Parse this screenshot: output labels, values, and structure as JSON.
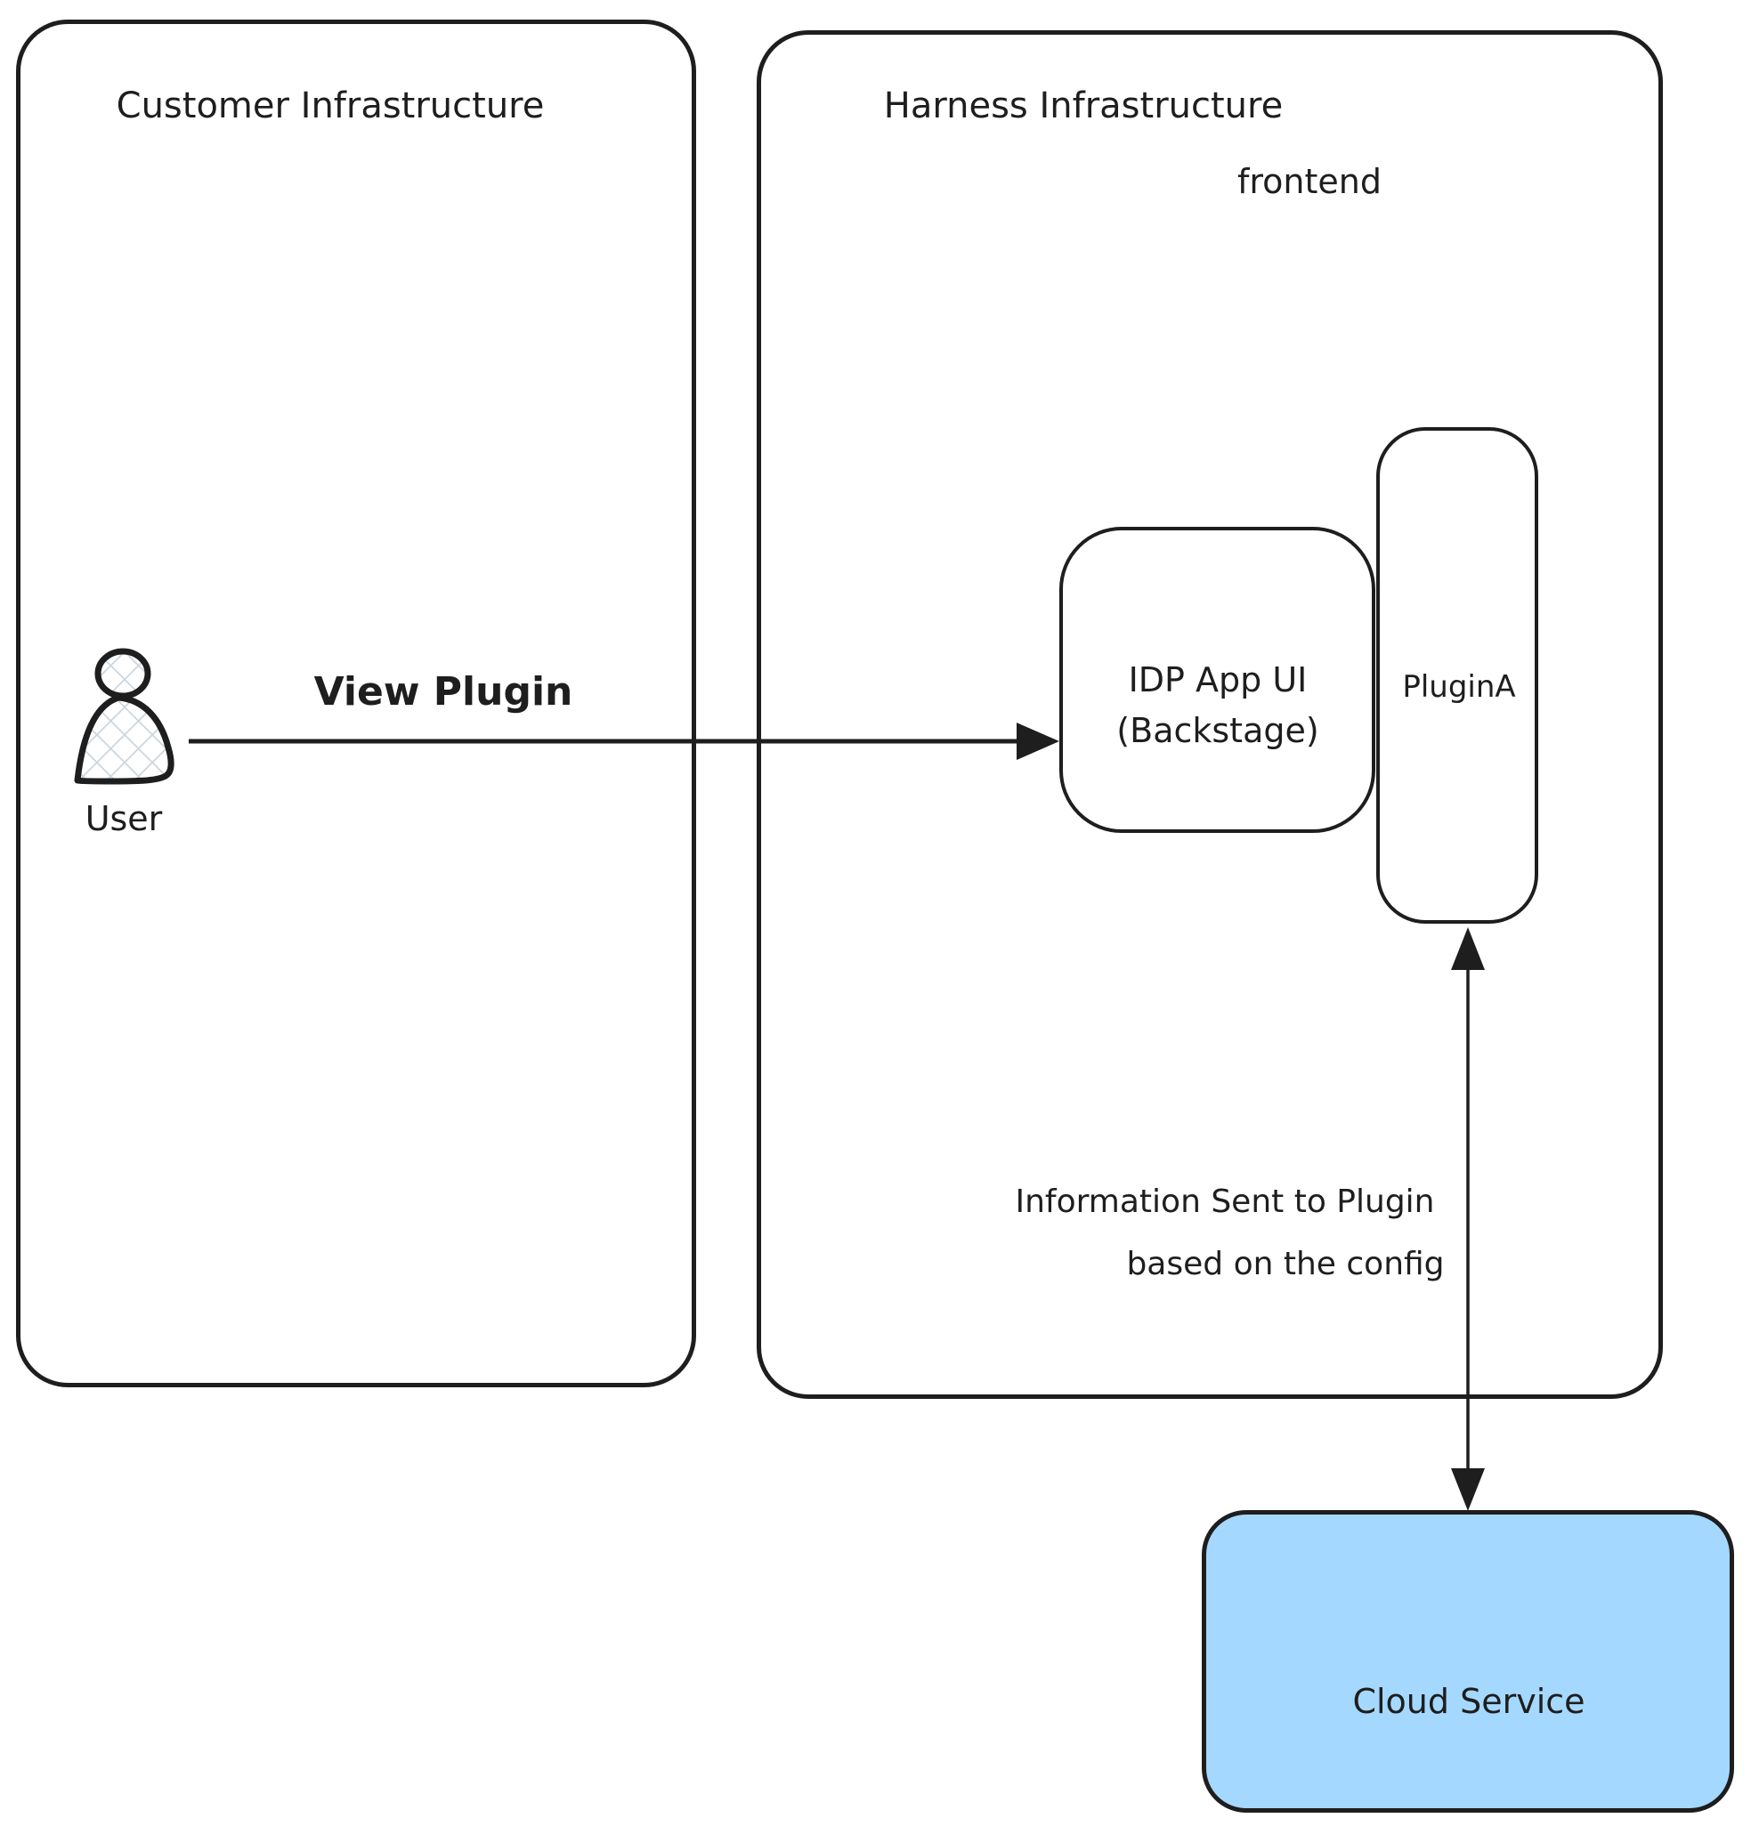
{
  "diagram": {
    "customer_box": {
      "title": "Customer Infrastructure"
    },
    "harness_box": {
      "title": "Harness Infrastructure",
      "sublabel": "frontend"
    },
    "idp_box": {
      "line1": "IDP App UI",
      "line2": "(Backstage)"
    },
    "plugin_box": {
      "label": "PluginA"
    },
    "cloud_box": {
      "label": "Cloud Service"
    },
    "user": {
      "label": "User"
    },
    "edges": {
      "view_plugin": "View Plugin",
      "info_line1": "Information Sent to Plugin",
      "info_line2": "based on the config"
    },
    "colors": {
      "stroke": "#1e1e1e",
      "cloud_fill": "#a5d8ff",
      "hatch": "#ccd5dd"
    }
  }
}
